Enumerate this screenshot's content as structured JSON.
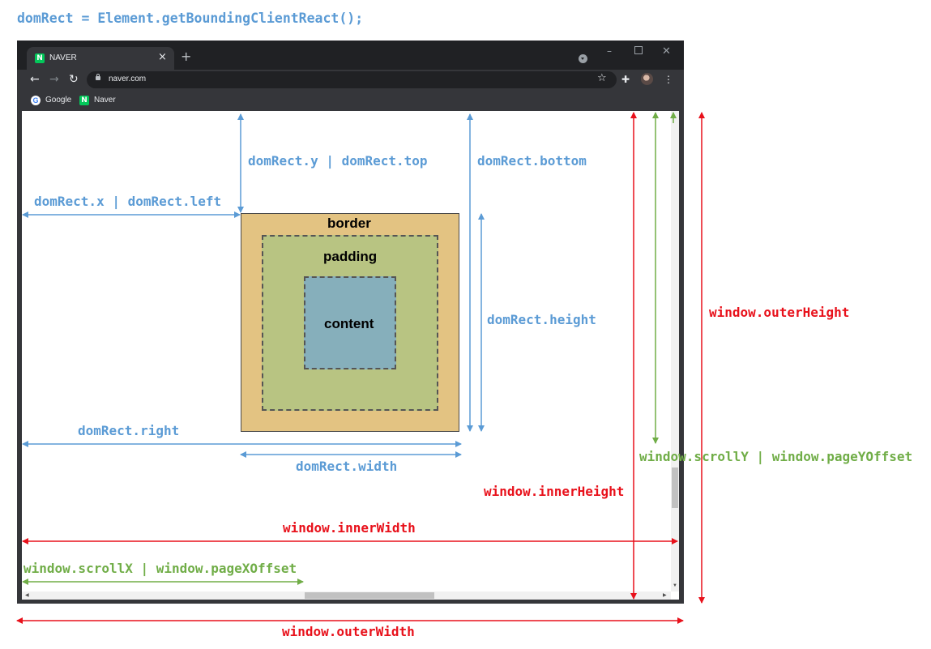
{
  "header": {
    "code": "domRect = Element.getBoundingClientReact();"
  },
  "browser": {
    "tab_title": "NAVER",
    "tab_close": "×",
    "new_tab": "+",
    "favicon_letter": "N",
    "url": "naver.com",
    "bookmarks": [
      {
        "label": "Google",
        "icon": "google-icon"
      },
      {
        "label": "Naver",
        "icon": "naver-icon"
      }
    ],
    "google_letter": "G"
  },
  "box": {
    "border": "border",
    "padding": "padding",
    "content": "content"
  },
  "labels": {
    "dom_y_top": "domRect.y | domRect.top",
    "dom_bottom": "domRect.bottom",
    "dom_x_left": "domRect.x | domRect.left",
    "dom_height": "domRect.height",
    "dom_right": "domRect.right",
    "dom_width": "domRect.width",
    "outer_height": "window.outerHeight",
    "scroll_y": "window.scrollY | window.pageYOffset",
    "inner_height": "window.innerHeight",
    "inner_width": "window.innerWidth",
    "scroll_x": "window.scrollX | window.pageXOffset",
    "outer_width": "window.outerWidth"
  },
  "colors": {
    "dom": "#5b9bd5",
    "window_size": "#e8111b",
    "window_scroll": "#70ad47",
    "border": "#e3c382",
    "padding": "#b8c482",
    "content": "#86afbb",
    "chrome": "#35363a"
  }
}
